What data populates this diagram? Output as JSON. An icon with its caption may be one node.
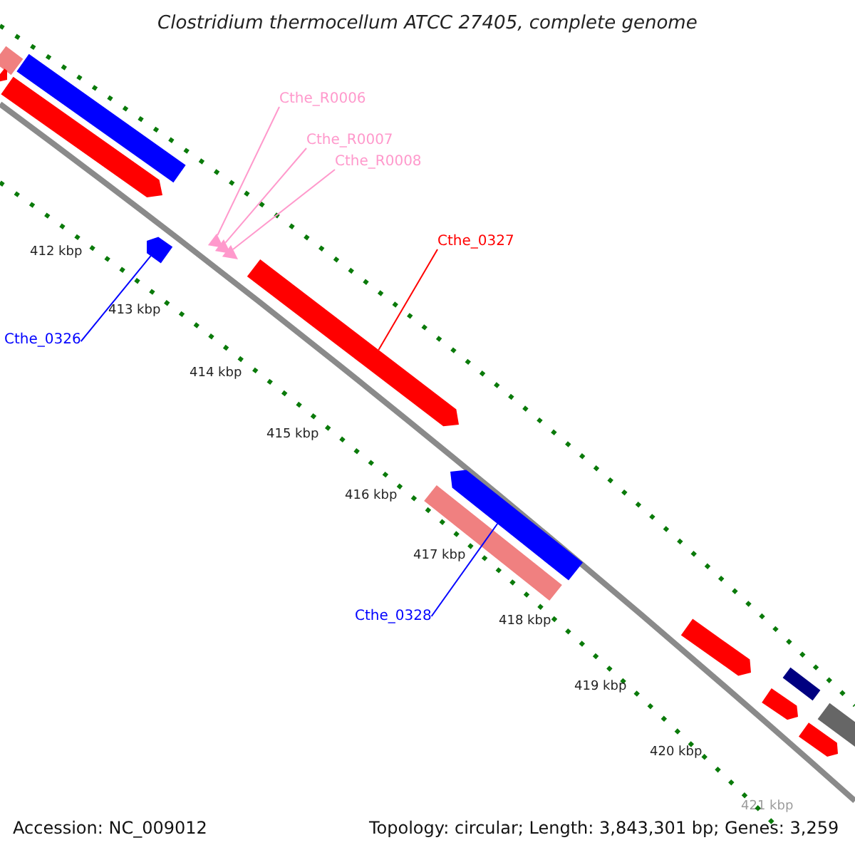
{
  "diagram": {
    "title": "Clostridium thermocellum ATCC 27405, complete genome",
    "nodes": [
      {
        "text": [
          "Cthe_R0006"
        ]
      },
      {
        "text": [
          "Cthe_R0007"
        ]
      },
      {
        "text": [
          "Cthe_R0008"
        ]
      },
      {
        "text": [
          "Cthe_0327"
        ]
      },
      {
        "text": [
          "Cthe_0326"
        ]
      },
      {
        "text": [
          "Cthe_0328"
        ]
      },
      {
        "text": [],
        "shape": "triangle"
      },
      {
        "text": [],
        "shape": "triangle"
      },
      {
        "text": [],
        "shape": "triangle"
      },
      {
        "text": [],
        "shape": "bar"
      },
      {
        "text": [],
        "shape": "pentagon"
      },
      {
        "text": [],
        "shape": "bar"
      }
    ],
    "edges": [
      {
        "from": 0,
        "to": 6,
        "arrow": "none"
      },
      {
        "from": 1,
        "to": 7,
        "arrow": "none"
      },
      {
        "from": 2,
        "to": 8,
        "arrow": "none"
      },
      {
        "from": 3,
        "to": 9,
        "arrow": "none",
        "color": "#ff0000"
      },
      {
        "from": 4,
        "to": 10,
        "arrow": "none",
        "color": "#0000ff"
      },
      {
        "from": 5,
        "to": 11,
        "arrow": "none",
        "color": "#0000ff"
      }
    ],
    "labels": [
      "412 kbp",
      "413 kbp",
      "414 kbp",
      "415 kbp",
      "416 kbp",
      "417 kbp",
      "418 kbp",
      "419 kbp",
      "420 kbp",
      "421 kbp",
      "Accession: NC_009012",
      "Topology: circular; Length: 3,843,301 bp; Genes: 3,259"
    ]
  }
}
